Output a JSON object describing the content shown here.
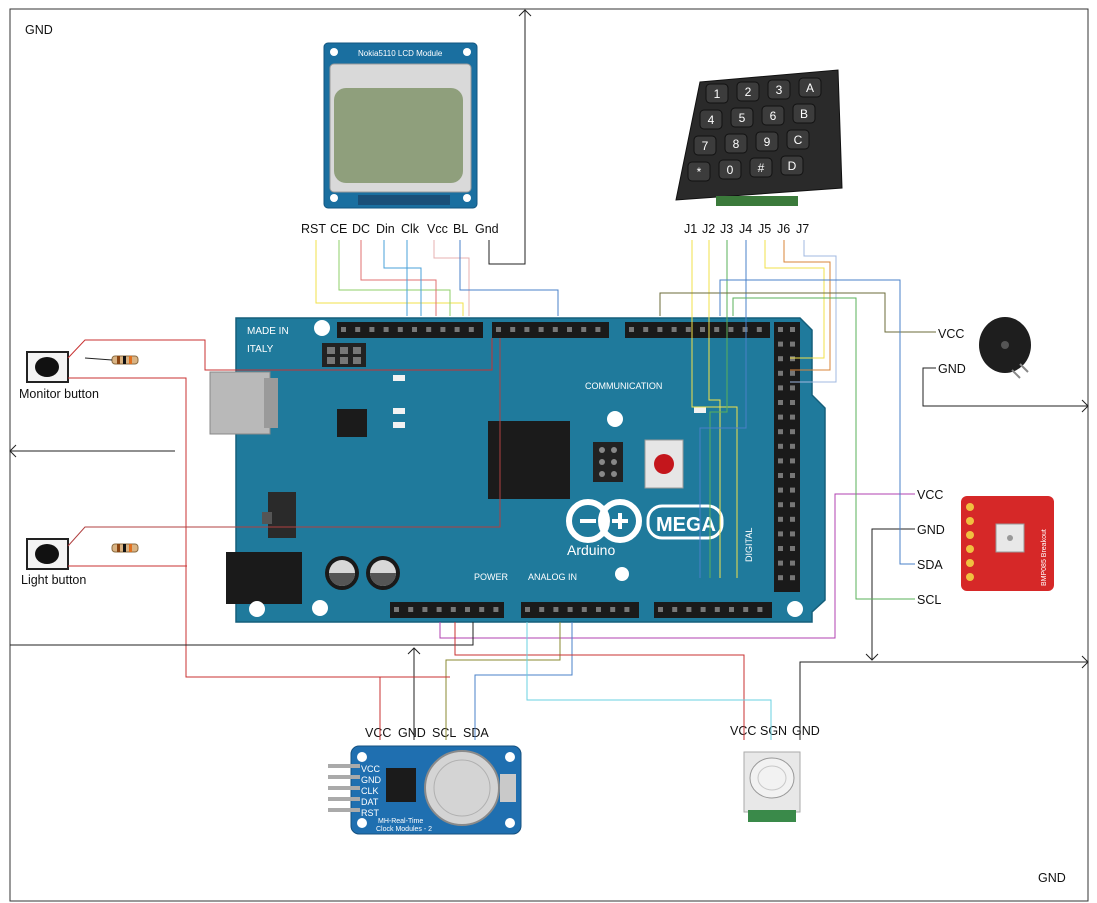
{
  "corner_labels": {
    "top_left": "GND",
    "bottom_right": "GND"
  },
  "lcd": {
    "title": "Nokia5110 LCD Module",
    "pins": [
      "RST",
      "CE",
      "DC",
      "Din",
      "Clk",
      "Vcc",
      "BL",
      "Gnd"
    ]
  },
  "keypad": {
    "keys": [
      "1",
      "2",
      "3",
      "A",
      "4",
      "5",
      "6",
      "B",
      "7",
      "8",
      "9",
      "C",
      "*",
      "0",
      "#",
      "D"
    ],
    "pins": [
      "J1",
      "J2",
      "J3",
      "J4",
      "J5",
      "J6",
      "J7"
    ]
  },
  "buzzer": {
    "vcc": "VCC",
    "gnd": "GND"
  },
  "buttons": {
    "monitor": "Monitor button",
    "light": "Light button"
  },
  "arduino": {
    "made_in_1": "MADE IN",
    "made_in_2": "ITALY",
    "logo_name": "Arduino",
    "model": "MEGA",
    "sec_communication": "COMMUNICATION",
    "sec_power": "POWER",
    "sec_analog": "ANALOG IN",
    "sec_digital": "DIGITAL"
  },
  "bmp": {
    "pins": [
      "VCC",
      "GND",
      "SDA",
      "SCL"
    ],
    "name": "BMP085 Breakout"
  },
  "rtc": {
    "pins": [
      "VCC",
      "GND",
      "SCL",
      "SDA"
    ],
    "side_pins": [
      "VCC",
      "GND",
      "CLK",
      "DAT",
      "RST"
    ],
    "name_1": "MH-Real-Time",
    "name_2": "Clock Modules - 2"
  },
  "pir": {
    "pins": [
      "VCC",
      "SGN",
      "GND"
    ]
  }
}
